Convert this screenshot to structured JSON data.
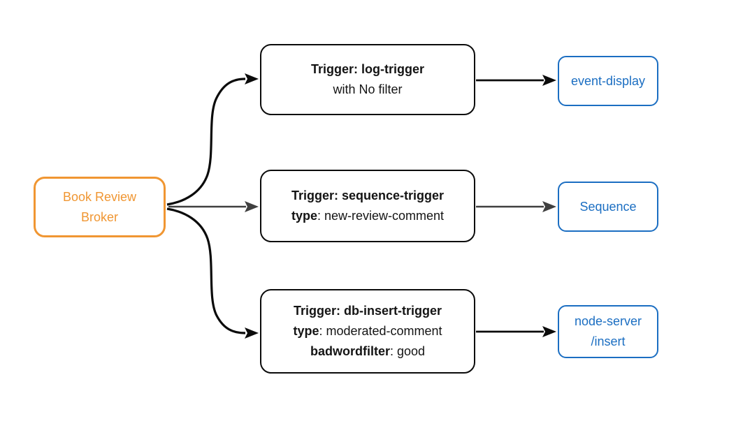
{
  "broker": {
    "lines": [
      "Book Review",
      "Broker"
    ]
  },
  "triggers": [
    {
      "name": "log-trigger",
      "lines": [
        {
          "bold": "Trigger: log-trigger",
          "regular": ""
        },
        {
          "bold": "",
          "regular": "with No filter"
        }
      ]
    },
    {
      "name": "sequence-trigger",
      "lines": [
        {
          "bold": "Trigger: sequence-trigger",
          "regular": ""
        },
        {
          "bold": "type",
          "regular": ": new-review-comment"
        }
      ]
    },
    {
      "name": "db-insert-trigger",
      "lines": [
        {
          "bold": "Trigger: db-insert-trigger",
          "regular": ""
        },
        {
          "bold": "type",
          "regular": ": moderated-comment"
        },
        {
          "bold": "badwordfilter",
          "regular": ": good"
        }
      ]
    }
  ],
  "sinks": [
    {
      "lines": [
        "event-display"
      ]
    },
    {
      "lines": [
        "Sequence"
      ]
    },
    {
      "lines": [
        "node-server",
        "/insert"
      ]
    }
  ],
  "colors": {
    "broker_accent": "#F09632",
    "sink_accent": "#1B6EC2",
    "edge_black": "#0b0b0b",
    "edge_gray": "#3F3F3F",
    "node_border_black": "#0b0b0b",
    "background": "#ffffff"
  }
}
